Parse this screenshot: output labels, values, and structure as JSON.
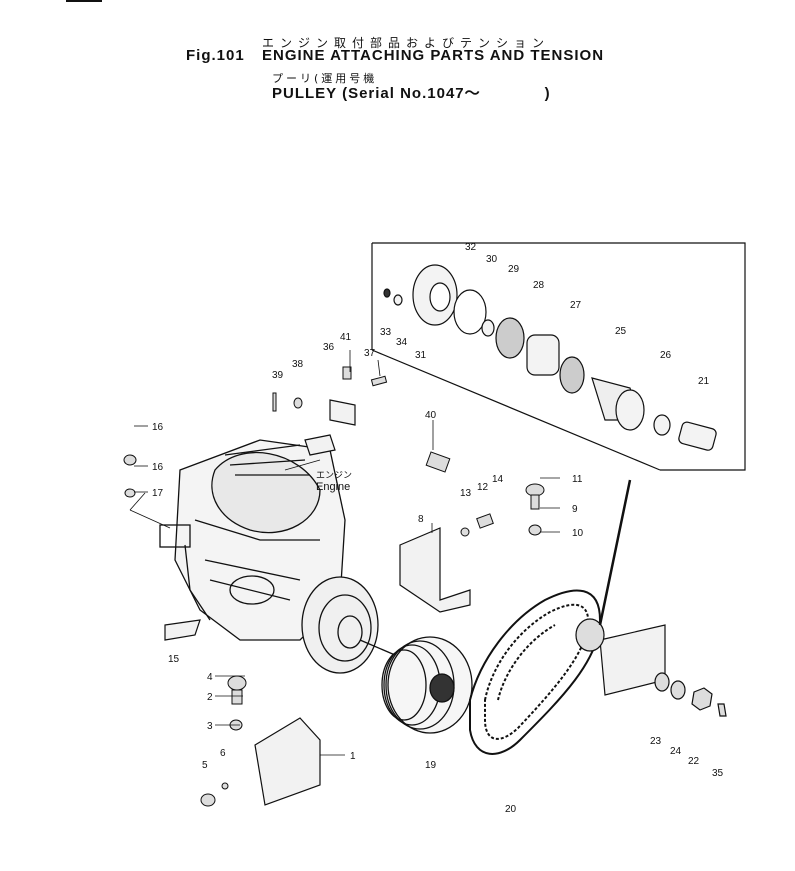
{
  "title": {
    "fig_label": "Fig.101",
    "jp_line1": "エンジン取付部品およびテンション",
    "en_line1": "ENGINE ATTACHING PARTS AND TENSION",
    "jp_line2": "プーリ(運用号機",
    "en_line2": "PULLEY (Serial No.1047～　　　　)"
  },
  "engine_label": {
    "jp": "エンジン",
    "en": "Engine"
  },
  "callouts": [
    "1",
    "2",
    "3",
    "4",
    "5",
    "6",
    "8",
    "9",
    "10",
    "11",
    "12",
    "13",
    "14",
    "15",
    "16",
    "16",
    "17",
    "19",
    "20",
    "21",
    "22",
    "23",
    "24",
    "25",
    "26",
    "27",
    "28",
    "29",
    "30",
    "31",
    "32",
    "33",
    "34",
    "35",
    "36",
    "37",
    "38",
    "39",
    "40",
    "41"
  ]
}
